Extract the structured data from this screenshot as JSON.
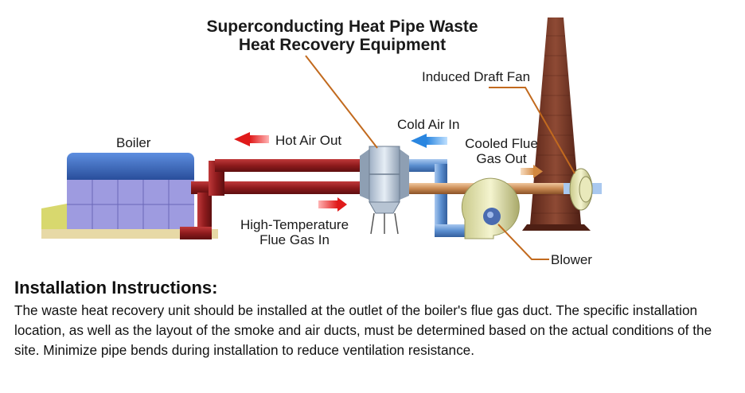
{
  "diagram": {
    "title_line1": "Superconducting Heat Pipe Waste",
    "title_line2": "Heat Recovery Equipment",
    "labels": {
      "induced_draft_fan": "Induced Draft Fan",
      "boiler": "Boiler",
      "hot_air_out": "Hot Air Out",
      "cold_air_in": "Cold Air In",
      "cooled_flue_line1": "Cooled Flue",
      "cooled_flue_line2": "Gas Out",
      "flue_in_line1": "High-Temperature",
      "flue_in_line2": "Flue Gas In",
      "blower": "Blower"
    },
    "colors": {
      "hot_duct": "#9c1f1f",
      "cold_duct": "#5b8fd0",
      "flue_pipe": "#c98a52",
      "chimney": "#7b3b2a",
      "boiler_blue": "#2c5eb8",
      "callout_line": "#c26a1e"
    }
  },
  "instructions": {
    "heading": "Installation Instructions:",
    "body": "The waste heat recovery unit should be installed at the outlet of the boiler's flue gas duct. The specific installation location, as well as the layout of the smoke and air ducts, must be determined based on the actual conditions of the site. Minimize pipe bends during installation to reduce ventilation resistance."
  }
}
